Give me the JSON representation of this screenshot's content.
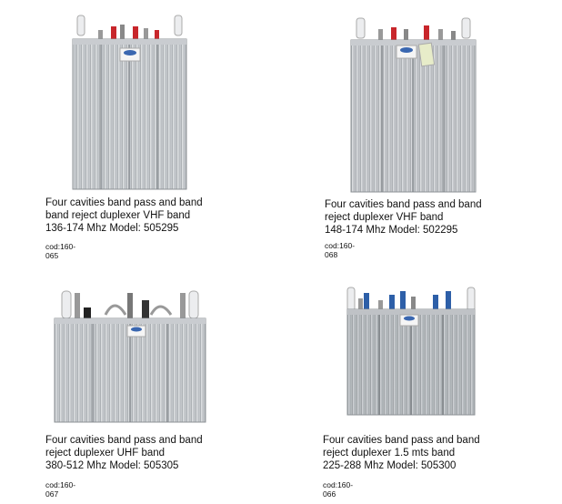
{
  "products": [
    {
      "image_alt": "duplexer photo",
      "description": "Four cavities band pass and band\nband reject duplexer VHF band\n136-174 Mhz   Model: 505295",
      "code": "cod:160-065"
    },
    {
      "image_alt": "duplexer photo",
      "description": "Four cavities band pass and band\nreject duplexer VHF band\n148-174 Mhz    Model: 502295",
      "code": "cod:160-068"
    },
    {
      "image_alt": "duplexer photo",
      "description": "Four cavities band pass and band\nreject duplexer  UHF band\n380-512 Mhz    Model: 505305",
      "code": "cod:160-067"
    },
    {
      "image_alt": "duplexer photo",
      "description": "Four cavities band pass and band\nreject duplexer 1.5 mts band\n225-288 Mhz       Model: 505300",
      "code": "cod:160-066"
    }
  ],
  "colors": {
    "cavity_light": "#d9dcde",
    "cavity_mid": "#b7bbbf",
    "cavity_dark": "#8d9296",
    "connector_red": "#c8262b",
    "connector_blue": "#2d5fa8",
    "label_blue": "#3a67b0"
  }
}
